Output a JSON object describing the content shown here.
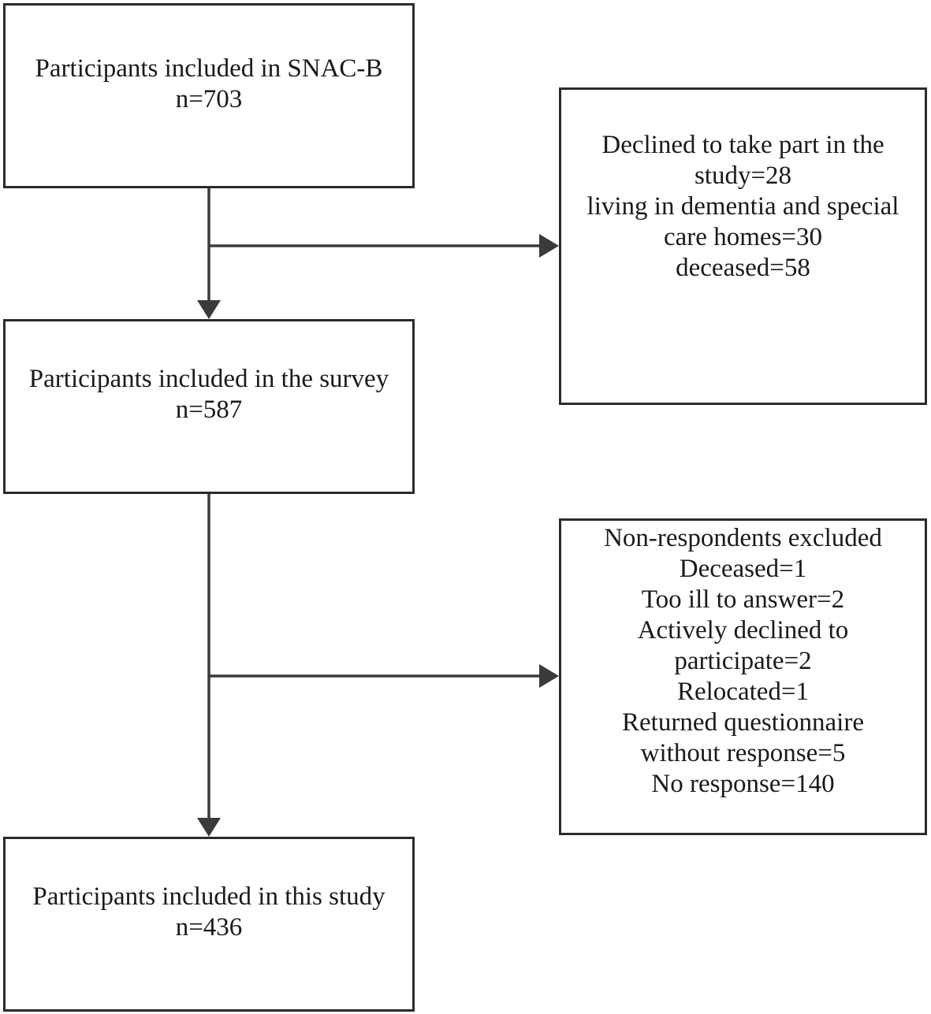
{
  "boxes": {
    "snac_b": {
      "title": "Participants included in SNAC-B",
      "count": "n=703"
    },
    "survey": {
      "title": "Participants included in the survey",
      "count": "n=587"
    },
    "study": {
      "title": "Participants included in this study",
      "count": "n=436"
    }
  },
  "exclusions_1": {
    "lines": [
      "Declined to take part in the",
      "study=28",
      "living in dementia and special",
      "care homes=30",
      "deceased=58"
    ]
  },
  "exclusions_2": {
    "lines": [
      "Non-respondents excluded",
      "Deceased=1",
      "Too ill to answer=2",
      "Actively declined to",
      "participate=2",
      "Relocated=1",
      "Returned questionnaire",
      "without response=5",
      "No response=140"
    ]
  },
  "colors": {
    "border": "#2b2b2b",
    "text": "#1a1a1a",
    "background": "#ffffff"
  }
}
